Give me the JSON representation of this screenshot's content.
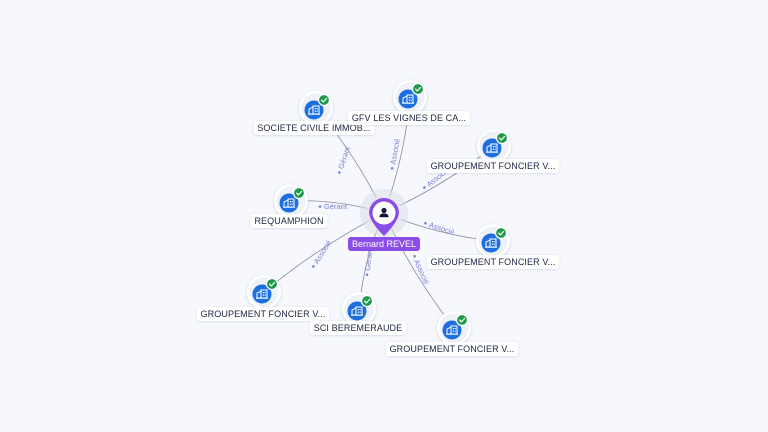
{
  "colors": {
    "background": "#f6f8fd",
    "edge": "#8c8c9c",
    "edge_label": "#7c7fd6",
    "center_accent": "#8a4de8",
    "company_icon": "#1d6fe0",
    "check_badge": "#1f9a4b"
  },
  "center": {
    "name": "Bernard REVEL",
    "icon": "person-icon"
  },
  "nodes": [
    {
      "id": "n1",
      "label": "SOCIETE CIVILE IMMOB...",
      "relation": "Gérant",
      "icon": "building-icon",
      "verified": true
    },
    {
      "id": "n2",
      "label": "GFV LES VIGNES DE CA...",
      "relation": "Associé",
      "icon": "building-icon",
      "verified": true
    },
    {
      "id": "n3",
      "label": "GROUPEMENT FONCIER V...",
      "relation": "Associé",
      "icon": "building-icon",
      "verified": true
    },
    {
      "id": "n4",
      "label": "REQUAMPHION",
      "relation": "Gérant",
      "icon": "building-icon",
      "verified": true
    },
    {
      "id": "n5",
      "label": "GROUPEMENT FONCIER V...",
      "relation": "Associé",
      "icon": "building-icon",
      "verified": true
    },
    {
      "id": "n6",
      "label": "GROUPEMENT FONCIER V...",
      "relation": "Associé",
      "icon": "building-icon",
      "verified": true
    },
    {
      "id": "n7",
      "label": "SCI BEREMERAUDE",
      "relation": "Gérant",
      "icon": "building-icon",
      "verified": true
    },
    {
      "id": "n8",
      "label": "GROUPEMENT FONCIER V...",
      "relation": "Associé",
      "icon": "building-icon",
      "verified": true
    }
  ]
}
